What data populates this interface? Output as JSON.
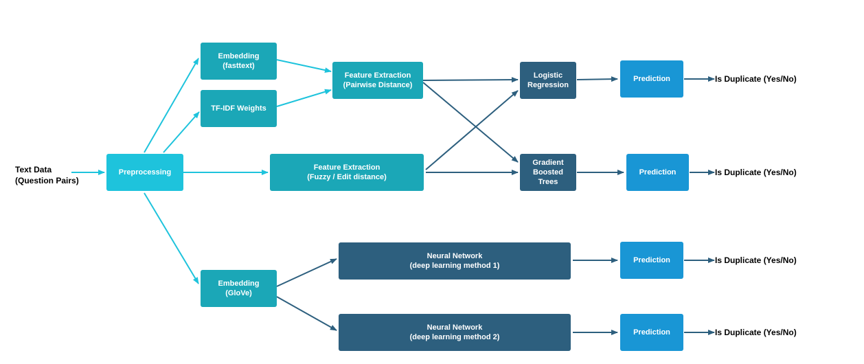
{
  "colors": {
    "preprocessing": "#1ec3dc",
    "feature_nodes": "#1ba7b7",
    "model_nodes": "#2d5f7e",
    "prediction": "#1996d5",
    "arrow_cyan": "#1ec3dc",
    "arrow_navy": "#2d5f7e"
  },
  "input": {
    "line1": "Text Data",
    "line2": "(Question Pairs)"
  },
  "nodes": {
    "preprocessing": "Preprocessing",
    "embedding_fasttext": {
      "line1": "Embedding",
      "line2": "(fasttext)"
    },
    "tfidf": "TF-IDF Weights",
    "embedding_glove": {
      "line1": "Embedding",
      "line2": "(GloVe)"
    },
    "feature_pairwise": {
      "line1": "Feature Extraction",
      "line2": "(Pairwise Distance)"
    },
    "feature_fuzzy": {
      "line1": "Feature Extraction",
      "line2": "(Fuzzy / Edit distance)"
    },
    "logistic": {
      "line1": "Logistic",
      "line2": "Regression"
    },
    "gbt": {
      "line1": "Gradient",
      "line2": "Boosted",
      "line3": "Trees"
    },
    "nn1": {
      "line1": "Neural Network",
      "line2": "(deep learning method 1)"
    },
    "nn2": {
      "line1": "Neural Network",
      "line2": "(deep learning method 2)"
    }
  },
  "predictions": [
    "Prediction",
    "Prediction",
    "Prediction",
    "Prediction"
  ],
  "outputs": [
    "Is Duplicate (Yes/No)",
    "Is Duplicate (Yes/No)",
    "Is Duplicate (Yes/No)",
    "Is Duplicate (Yes/No)"
  ]
}
